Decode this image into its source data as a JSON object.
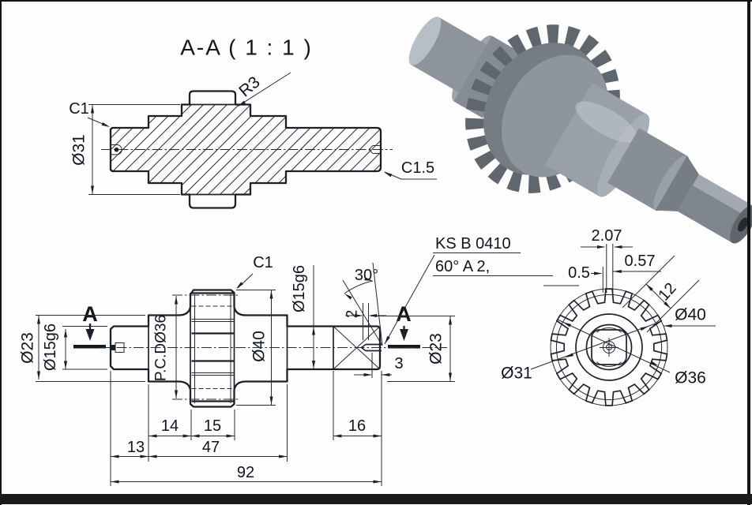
{
  "drawing": {
    "section_view": {
      "title": "A-A ( 1 : 1 )",
      "labels": {
        "chamfer_left": "C1",
        "root_diameter": "Ø31",
        "tooth_radius": "R3",
        "chamfer_right": "C1.5"
      }
    },
    "main_view": {
      "labels": {
        "dia23_left": "Ø23",
        "dia15g6_left": "Ø15g6",
        "section_arrow": "A",
        "pitch_dia": "P.C.DØ36",
        "chamfer": "C1",
        "dia15g6_right": "Ø15g6",
        "angle30": "30°",
        "dim2": "2",
        "dia23_right": "Ø23",
        "dia40": "Ø40",
        "dim3": "3",
        "callout_line1": "KS B 0410",
        "callout_line2": "60° A  2,",
        "dim14": "14",
        "dim15": "15",
        "dim13": "13",
        "dim47": "47",
        "dim16": "16",
        "dim92": "92"
      }
    },
    "end_view": {
      "labels": {
        "dim207": "2.07",
        "dim057": "0.57",
        "dim05": "0.5",
        "dim12": "12",
        "tip_dia": "Ø40",
        "root_dia": "Ø31",
        "pitch_dia": "Ø36"
      }
    },
    "colors": {
      "line": "#20242c",
      "text": "#10151f",
      "render_base": "#8c929a",
      "render_dark": "#5f646b",
      "render_light": "#b4bac2",
      "paper": "#fdfdfd"
    }
  }
}
